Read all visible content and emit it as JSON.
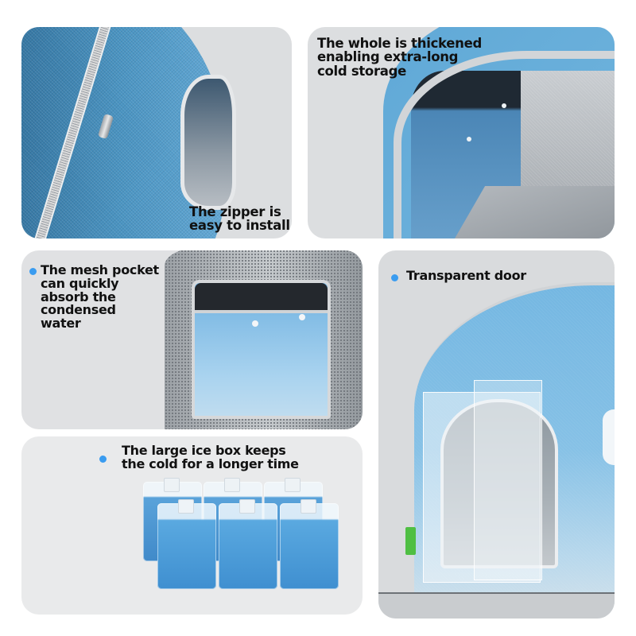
{
  "panels": {
    "zipper": {
      "caption_line1": "The zipper is",
      "caption_line2": "easy to install"
    },
    "thickened": {
      "caption_line1": "The whole is thickened",
      "caption_line2": "enabling extra-long",
      "caption_line3": "cold storage"
    },
    "mesh_pocket": {
      "caption_line1": "The mesh pocket",
      "caption_line2": "can quickly",
      "caption_line3": "absorb the",
      "caption_line4": "condensed",
      "caption_line5": "water"
    },
    "transparent_door": {
      "caption": "Transparent door"
    },
    "ice_box": {
      "caption_line1": "The large ice box keeps",
      "caption_line2": "the cold for a longer time",
      "ice_pack_count": 6
    }
  },
  "colors": {
    "bullet": "#3a9cf0",
    "product_blue": "#5fa8d6",
    "panel_bg": "#dcdee0",
    "text": "#111111"
  }
}
